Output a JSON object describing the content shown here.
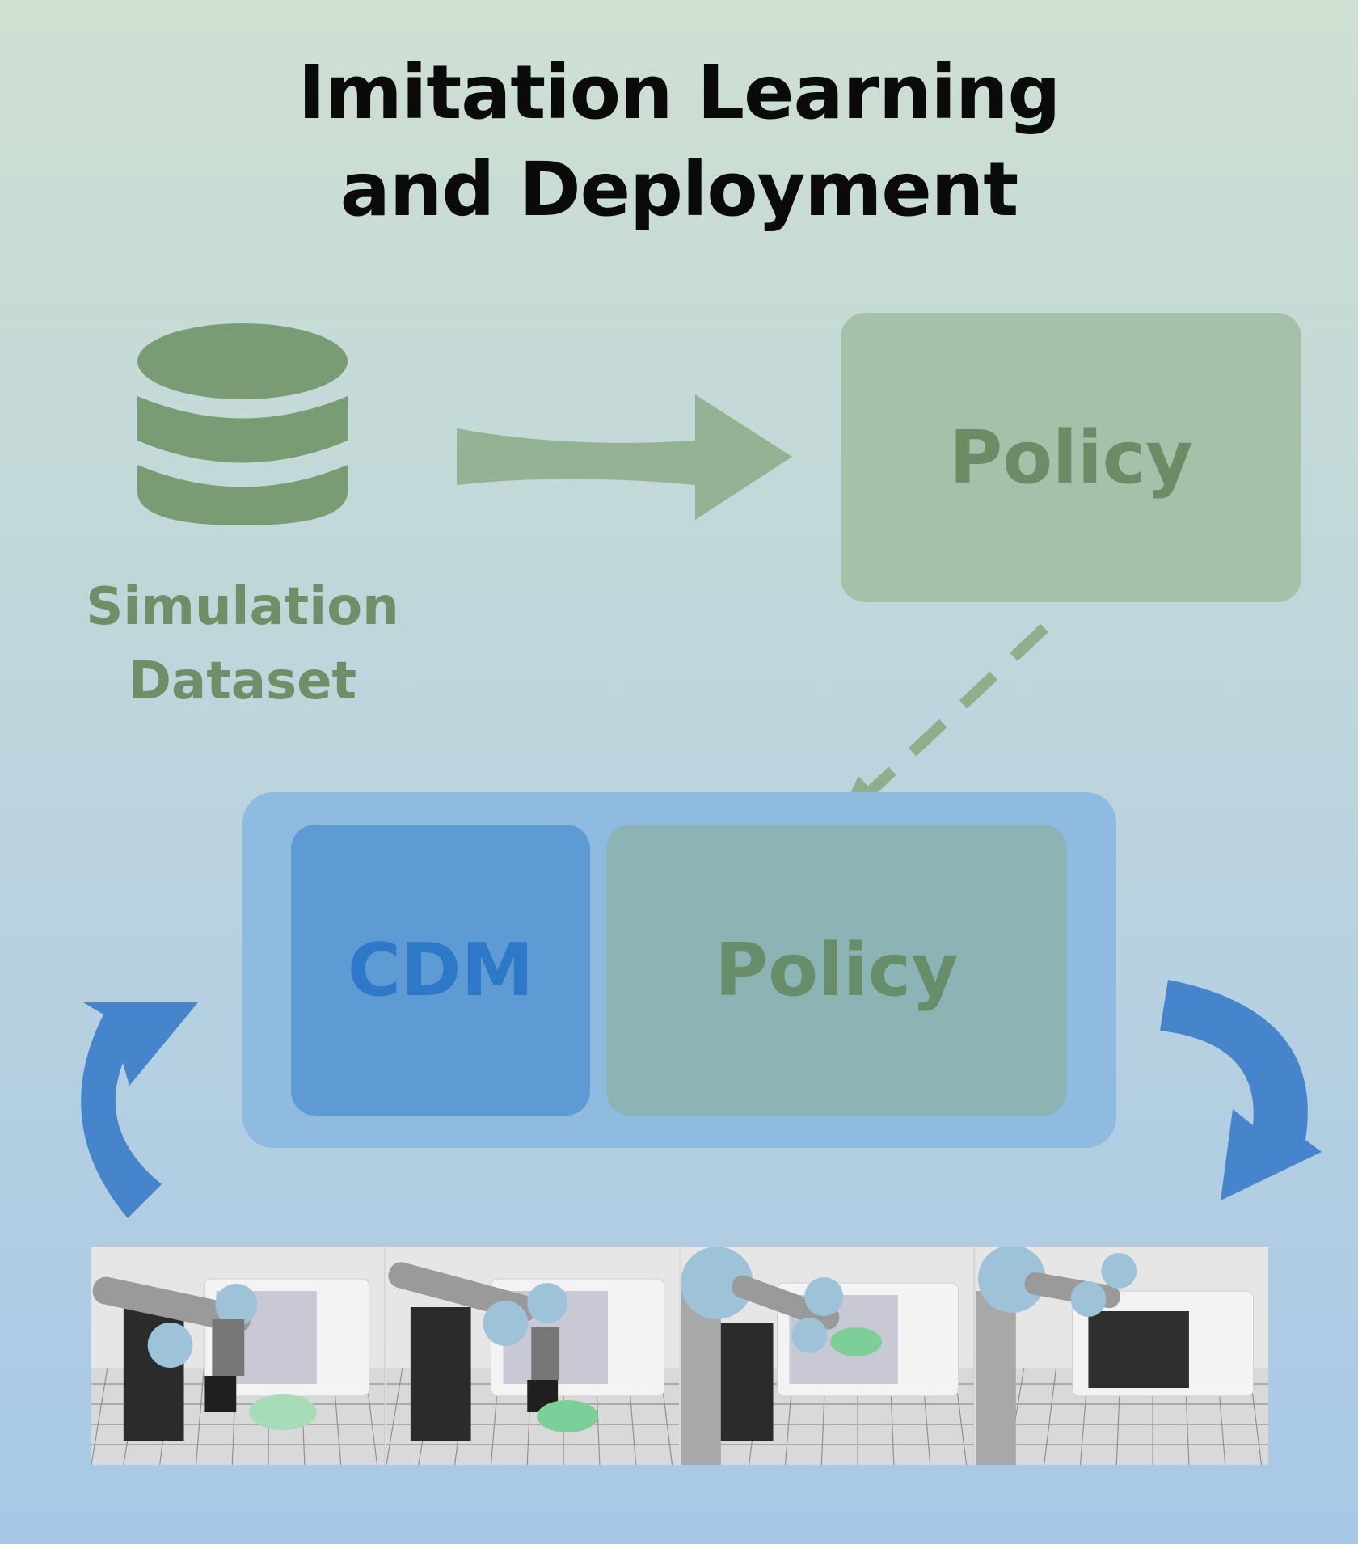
{
  "title": {
    "line1": "Imitation Learning",
    "line2": "and Deployment"
  },
  "dataset": {
    "icon": "database-icon",
    "label_line1": "Simulation",
    "label_line2": "Dataset"
  },
  "policy_top": {
    "label": "Policy"
  },
  "deployment": {
    "cdm_label": "CDM",
    "policy_label": "Policy"
  },
  "frames": [
    {
      "id": "frame-1",
      "description": "robot-arm-at-microwave"
    },
    {
      "id": "frame-2",
      "description": "robot-arm-grasping-bowl"
    },
    {
      "id": "frame-3",
      "description": "robot-arm-placing-bowl"
    },
    {
      "id": "frame-4",
      "description": "robot-arm-closing-microwave"
    }
  ],
  "colors": {
    "bg_top": "#cfe0d2",
    "bg_bottom": "#a8c8e8",
    "green_icon": "#7a9c74",
    "green_arrow": "#94b394",
    "green_label": "#6f8f68",
    "policy_top_fill": "#a6c1aa",
    "deploy_box_fill": "#8fbbe1",
    "cdm_fill": "#5e9ad4",
    "cdm_text": "#2e78c8",
    "policy_bottom_fill": "#8cb4b4",
    "blue_arrow": "#4685cc"
  }
}
